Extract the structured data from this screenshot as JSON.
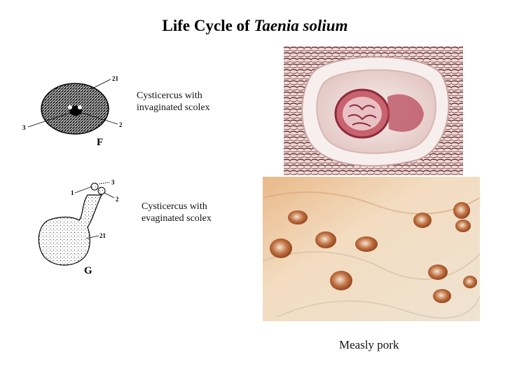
{
  "title": {
    "prefix": "Life Cycle of ",
    "species": "Taenia solium"
  },
  "figure_f": {
    "letter": "F",
    "labels": {
      "l21": "21",
      "l3": "3",
      "l2": "2"
    },
    "caption_line1": "Cysticercus with",
    "caption_line2": "invaginated scolex"
  },
  "figure_g": {
    "letter": "G",
    "labels": {
      "l1": "1",
      "l3": "3",
      "l2": "2",
      "l21": "21"
    },
    "caption_line1": "Cysticercus with",
    "caption_line2": "evaginated scolex"
  },
  "photos": {
    "bottom_caption": "Measly pork"
  },
  "colors": {
    "tissue_pink": "#e8c6c2",
    "stain_dark": "#6a2030",
    "pork_light": "#f2e6cf",
    "cyst_brown": "#9a4a1e"
  }
}
